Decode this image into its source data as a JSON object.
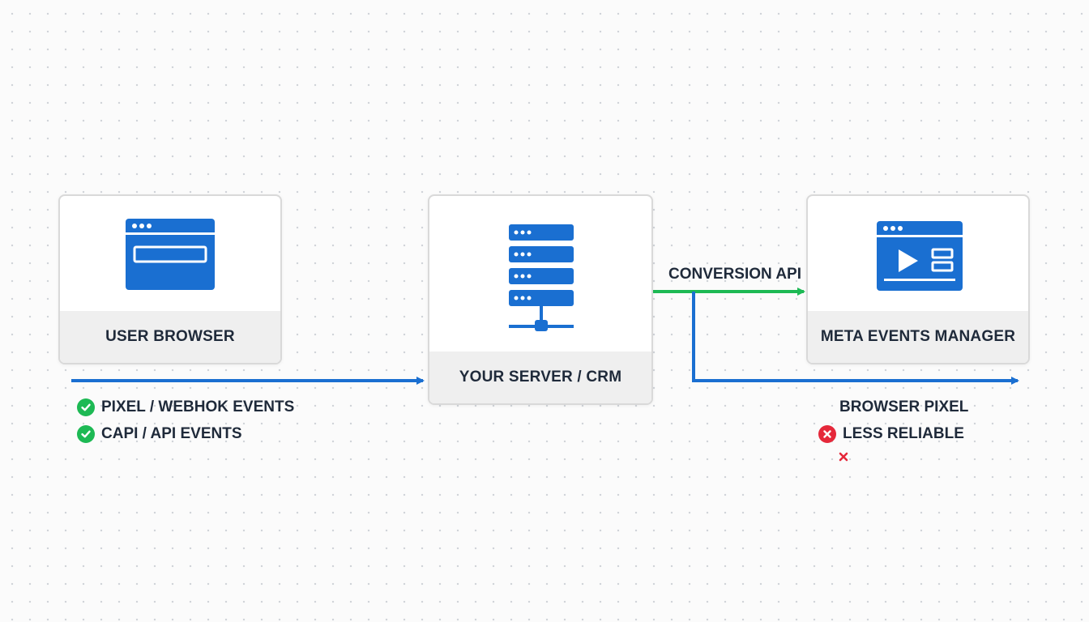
{
  "nodes": {
    "browser": {
      "label": "USER BROWSER",
      "icon": "browser-window-icon"
    },
    "server": {
      "label": "YOUR SERVER / CRM",
      "icon": "server-stack-icon"
    },
    "meta": {
      "label": "META EVENTS MANAGER",
      "icon": "video-dashboard-icon"
    }
  },
  "edges": {
    "conversion_api": {
      "label": "CONVERSION API",
      "color": "#1db954"
    },
    "browser_pixel": {
      "label": "BROWSER PIXEL",
      "color": "#1a6fd1"
    }
  },
  "browser_events": [
    {
      "label": "PIXEL / WEBHOK EVENTS",
      "status": "check"
    },
    {
      "label": "CAPI / API EVENTS",
      "status": "check"
    }
  ],
  "pixel_notes": [
    {
      "label": "LESS RELIABLE",
      "status": "error"
    }
  ],
  "colors": {
    "accent_blue": "#1a6fd1",
    "success_green": "#1db954",
    "error_red": "#e5283a"
  }
}
